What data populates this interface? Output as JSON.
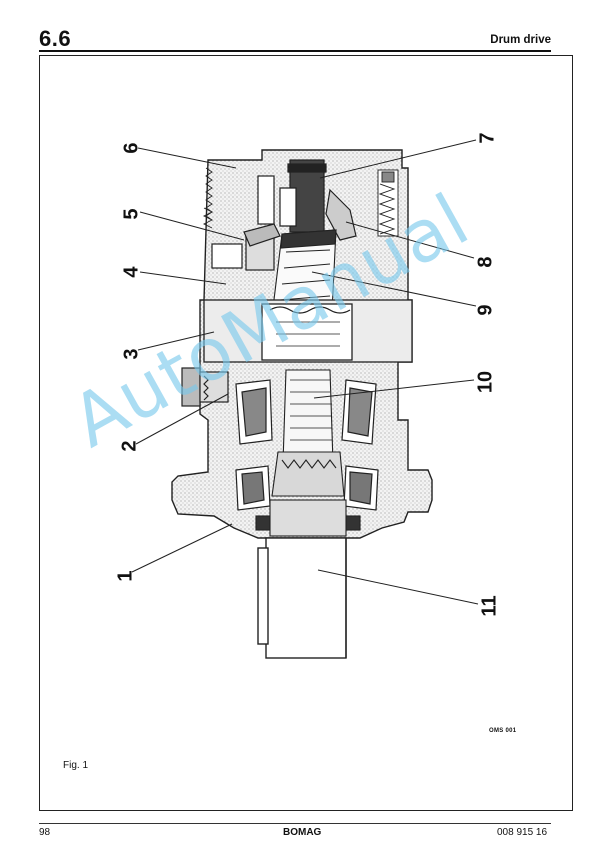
{
  "header": {
    "section_number": "6.6",
    "section_title": "Drum drive"
  },
  "figure": {
    "callouts": [
      "1",
      "2",
      "3",
      "4",
      "5",
      "6",
      "7",
      "8",
      "9",
      "10",
      "11"
    ],
    "reference_code": "OMS 001",
    "caption": "Fig. 1"
  },
  "watermark": "AutoManual",
  "footer": {
    "page_number": "98",
    "brand": "BOMAG",
    "document_number": "008 915 16"
  },
  "colors": {
    "watermark": "#78c8eb",
    "ink": "#111111"
  }
}
